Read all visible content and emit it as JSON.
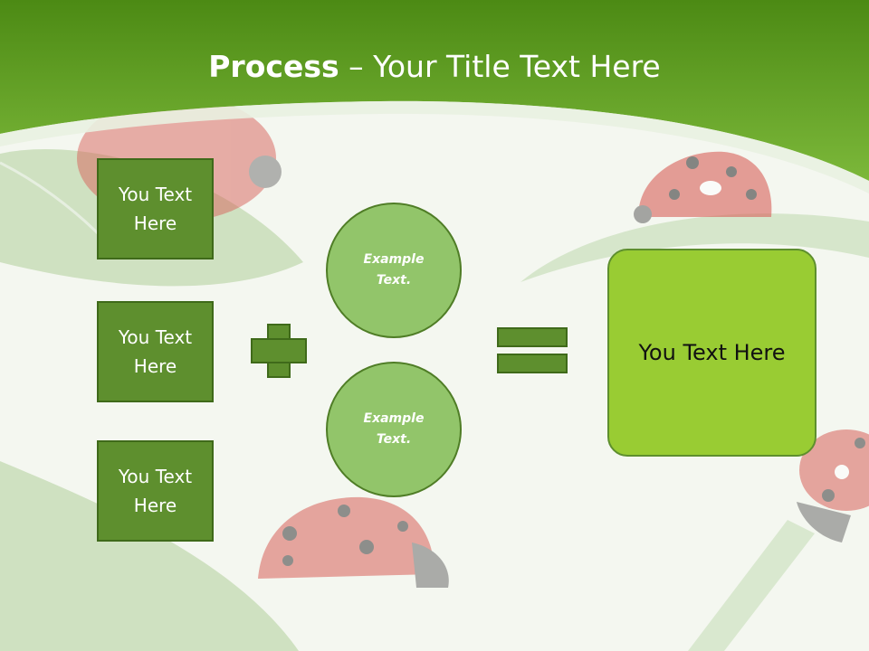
{
  "slide": {
    "title_bold": "Process",
    "title_rest": " – Your Title Text Here"
  },
  "inputs": [
    {
      "label": "You Text Here"
    },
    {
      "label": "You Text Here"
    },
    {
      "label": "You Text Here"
    }
  ],
  "operators": {
    "plus": "plus-icon",
    "equals": "equals-icon"
  },
  "circles": [
    {
      "label": "Example Text."
    },
    {
      "label": "Example Text."
    }
  ],
  "result": {
    "label": "You Text Here"
  },
  "colors": {
    "header_green": "#5e9e1e",
    "box_green": "#5e8f2e",
    "circle_green": "#92c56a",
    "result_green": "#99cc33",
    "ladybug_red": "#d8615a"
  }
}
